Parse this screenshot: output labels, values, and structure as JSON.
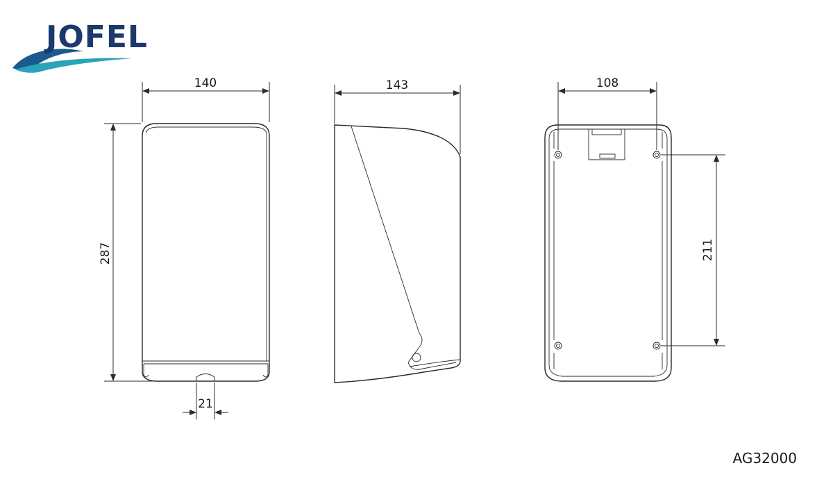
{
  "logo": {
    "brand": "JOFEL",
    "colors": {
      "text": "#1b3a6b",
      "wave_dark": "#1b5a8c",
      "wave_light": "#2aa3b8"
    }
  },
  "reference": {
    "code": "AG32000"
  },
  "dimensions": {
    "front_width": "140",
    "front_height": "287",
    "front_outlet_width": "21",
    "side_depth": "143",
    "back_hole_spacing_horizontal": "108",
    "back_hole_spacing_vertical": "211"
  }
}
